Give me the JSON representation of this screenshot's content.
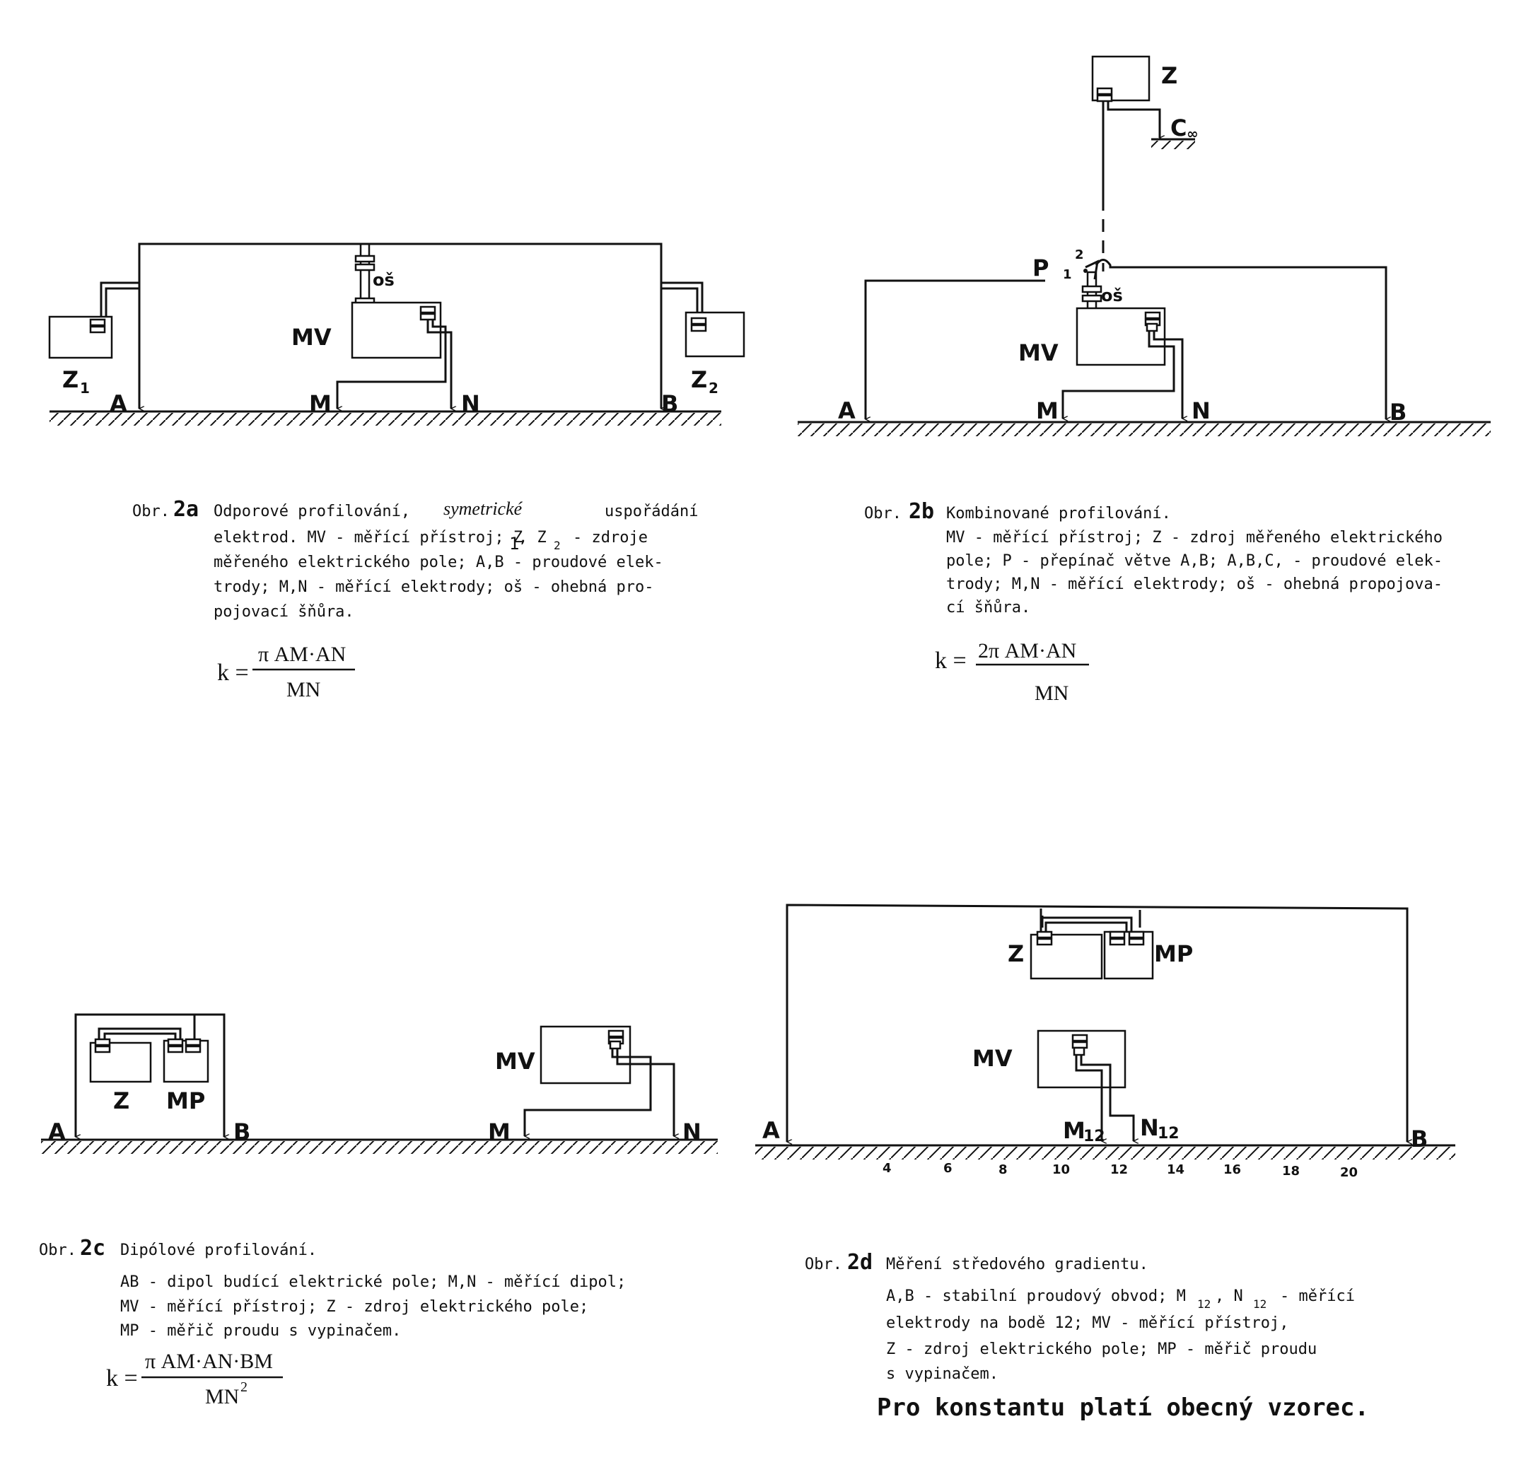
{
  "fig_a": {
    "labels": {
      "z1": "Z",
      "z1_sub": "1",
      "z2": "Z",
      "z2_sub": "2",
      "mv": "MV",
      "os": "oš",
      "a": "A",
      "m": "M",
      "n": "N",
      "b": "B"
    },
    "caption": {
      "prefix": "Obr.",
      "tag": "2a",
      "line1a": "Odporové profilování,",
      "line1b": "symetrické",
      "line1c": "uspořádání",
      "line2": "elektrod. MV - měřící přístroj; Z",
      "line2_sub1": "1",
      "line2_mid": ", Z",
      "line2_sub2": "2",
      "line2_end": "- zdroje",
      "line3": "měřeného elektrického pole; A,B - proudové elek-",
      "line4": "trody; M,N - měřící elektrody; oš - ohebná pro-",
      "line5": "pojovací šňůra."
    },
    "formula": {
      "k": "k =",
      "num": "π AM·AN",
      "den": "MN"
    }
  },
  "fig_b": {
    "labels": {
      "z": "Z",
      "c": "C",
      "c_sub": "∞",
      "p": "P",
      "p1": "1",
      "p2": "2",
      "os": "oš",
      "mv": "MV",
      "a": "A",
      "m": "M",
      "n": "N",
      "b": "B"
    },
    "caption": {
      "prefix": "Obr.",
      "tag": "2b",
      "line1": "Kombinované profilování.",
      "line2": "MV - měřící přístroj; Z - zdroj měřeného elektrického",
      "line3": "pole; P - přepínač větve A,B; A,B,C, - proudové elek-",
      "line4": "trody; M,N - měřící elektrody; oš - ohebná propojova-",
      "line5": "cí šňůra."
    },
    "formula": {
      "k": "k =",
      "num": "2π AM·AN",
      "den": "MN"
    }
  },
  "fig_c": {
    "labels": {
      "z": "Z",
      "mp": "MP",
      "mv": "MV",
      "a": "A",
      "b": "B",
      "m": "M",
      "n": "N"
    },
    "caption": {
      "prefix": "Obr.",
      "tag": "2c",
      "line1": "Dipólové profilování.",
      "line2": "AB - dipol budící elektrické pole; M,N - měřící dipol;",
      "line3": "MV - měřící přístroj; Z - zdroj elektrického pole;",
      "line4": "MP - měřič proudu s vypinačem."
    },
    "formula": {
      "k": "k =",
      "num": "π AM·AN·BM",
      "den": "MN",
      "den_sup": "2"
    }
  },
  "fig_d": {
    "labels": {
      "z": "Z",
      "mp": "MP",
      "mv": "MV",
      "a": "A",
      "b": "B",
      "m": "M",
      "m_sub": "12",
      "n": "N",
      "n_sub": "12"
    },
    "scale": [
      "4",
      "6",
      "8",
      "10",
      "12",
      "14",
      "16",
      "18",
      "20"
    ],
    "caption": {
      "prefix": "Obr.",
      "tag": "2d",
      "line1": "Měření středového gradientu.",
      "line2a": "A,B - stabilní proudový obvod; M",
      "line2_sub1": "12",
      "line2_mid": ", N",
      "line2_sub2": "12",
      "line2_end": "- měřící",
      "line3": "elektrody na bodě 12; MV - měřící přístroj,",
      "line4": "Z - zdroj elektrického pole; MP - měřič proudu",
      "line5": "s vypinačem.",
      "note": "Pro konstantu platí obecný vzorec."
    }
  }
}
